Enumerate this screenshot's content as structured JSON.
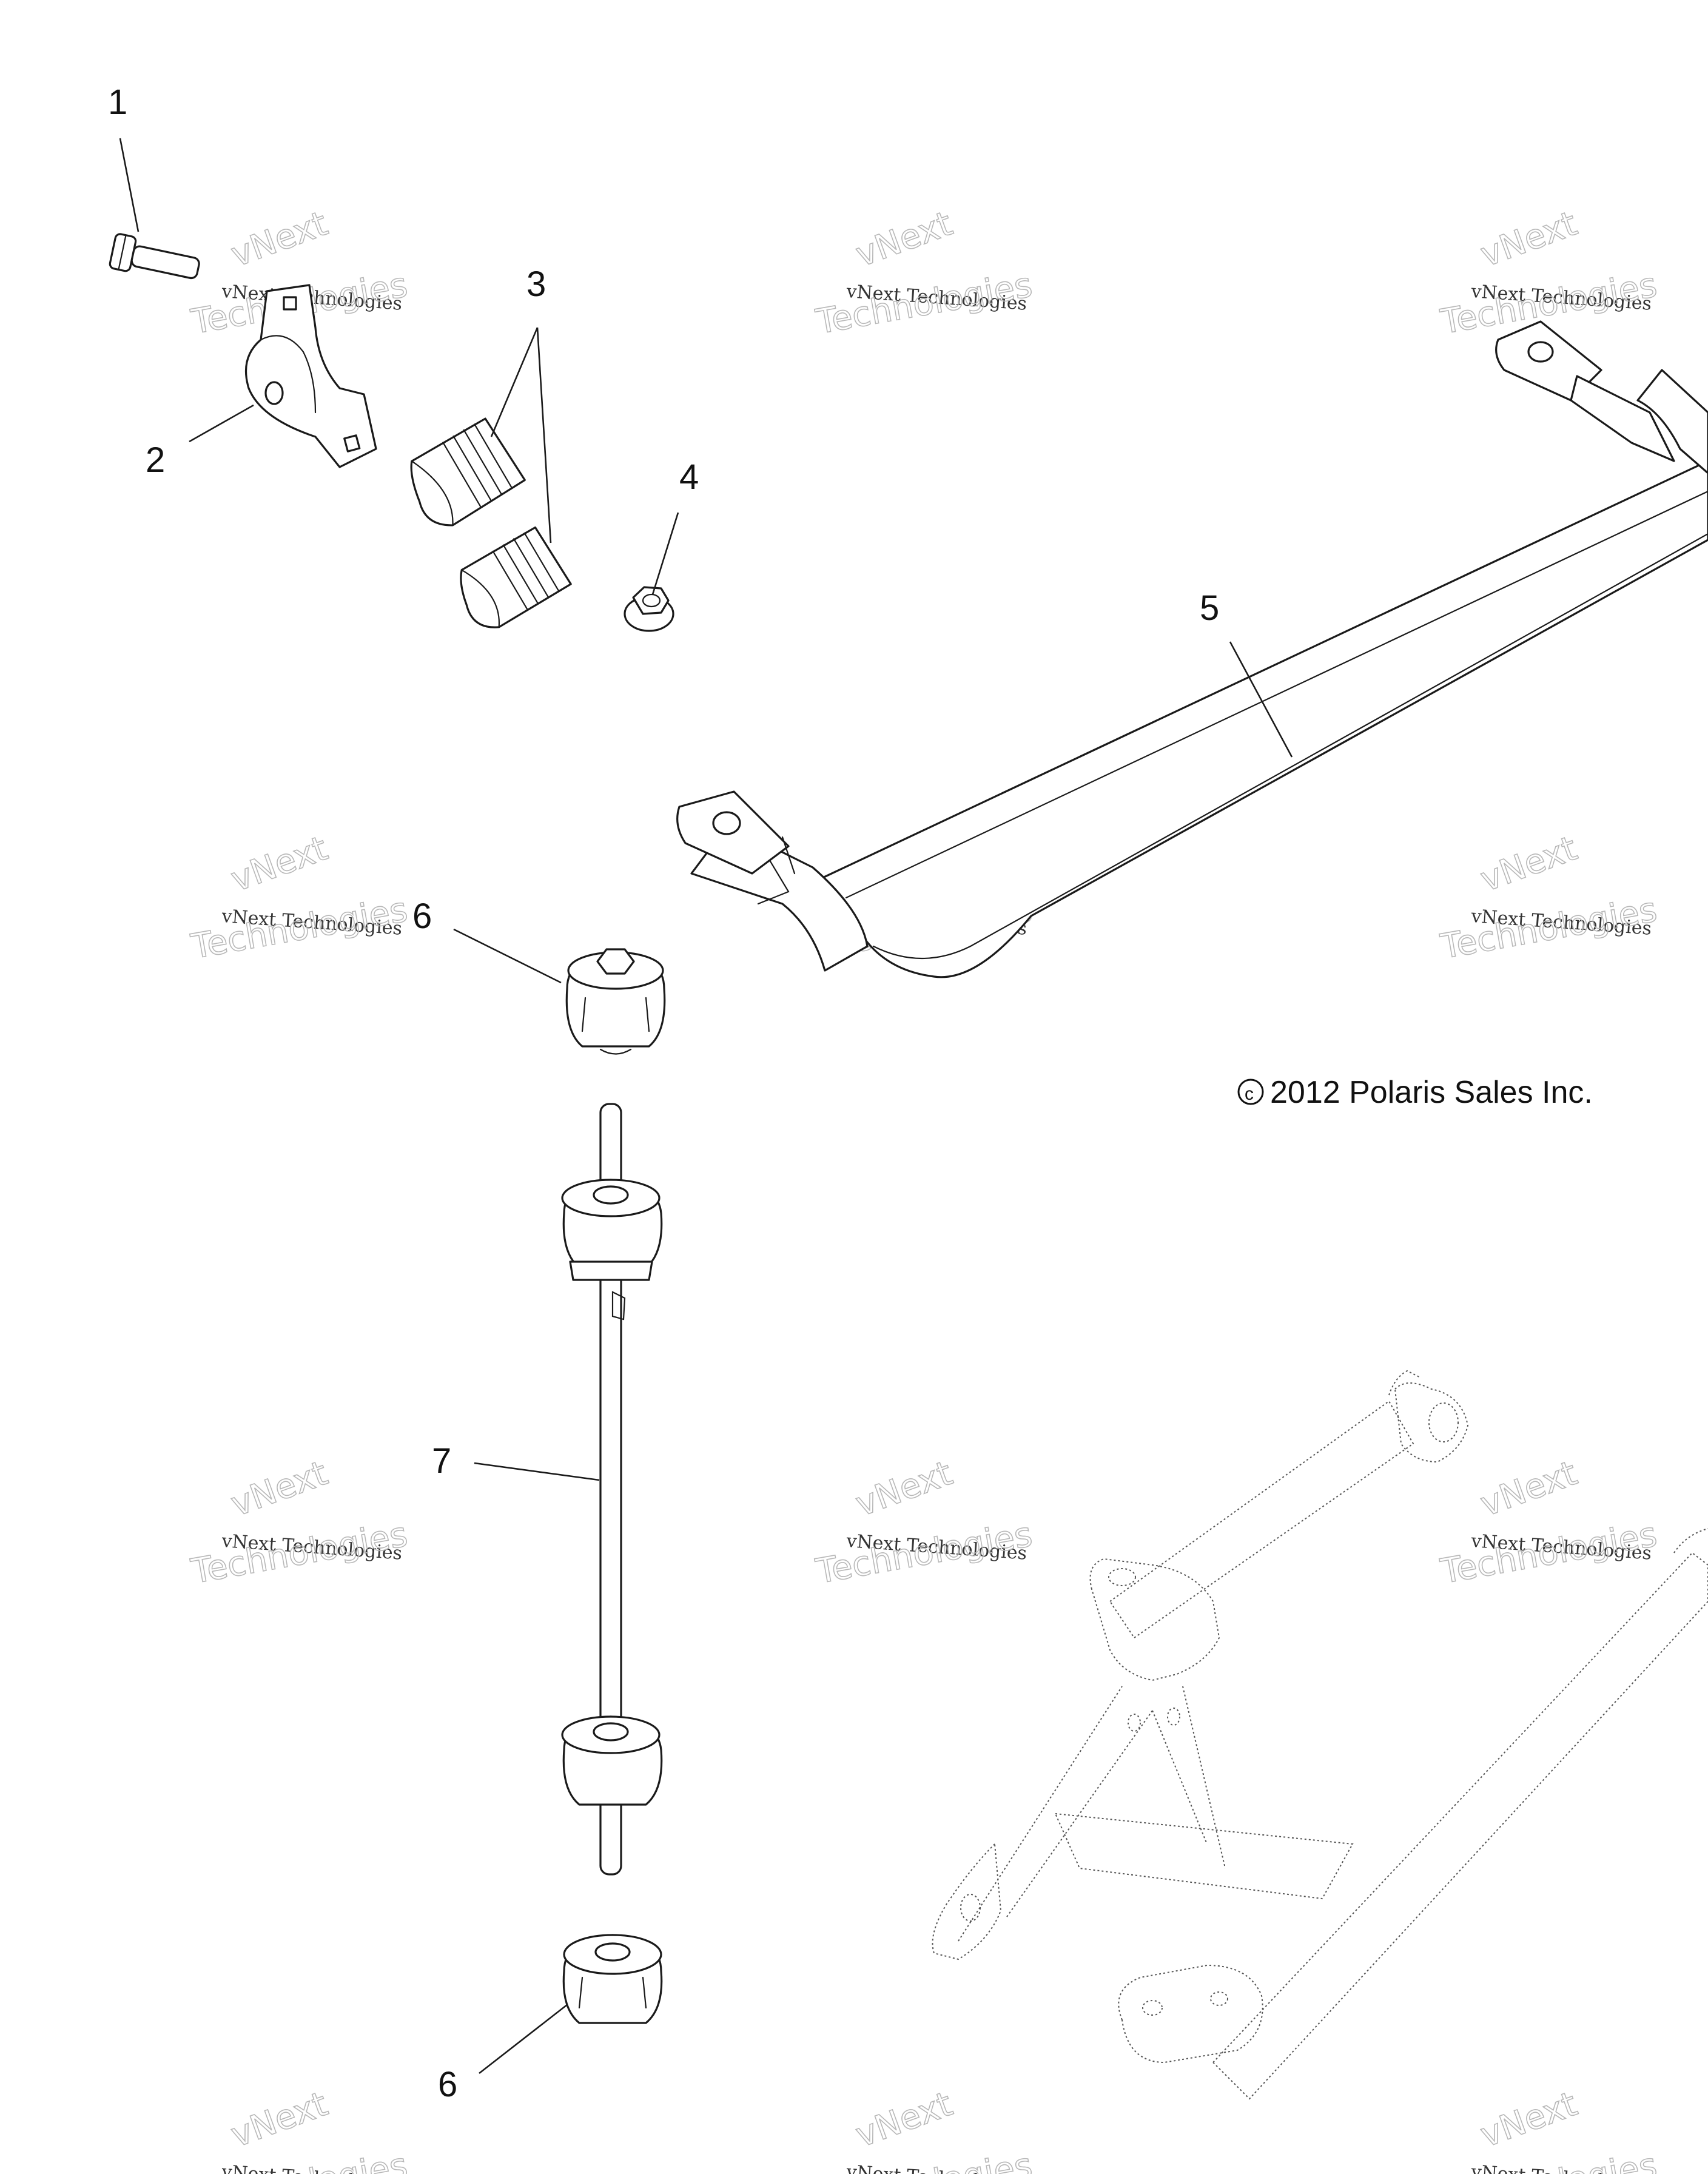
{
  "callouts": [
    "1",
    "2",
    "3",
    "4",
    "5",
    "6",
    "6",
    "7"
  ],
  "copyright": "2012 Polaris Sales Inc.",
  "watermark": {
    "line1": "vNext",
    "line2": "vNext Technologies",
    "line3": "Technologies"
  },
  "colors": {
    "ink": "#1a1a1a",
    "watermark": "#b8b8b8",
    "background": "#ffffff"
  }
}
